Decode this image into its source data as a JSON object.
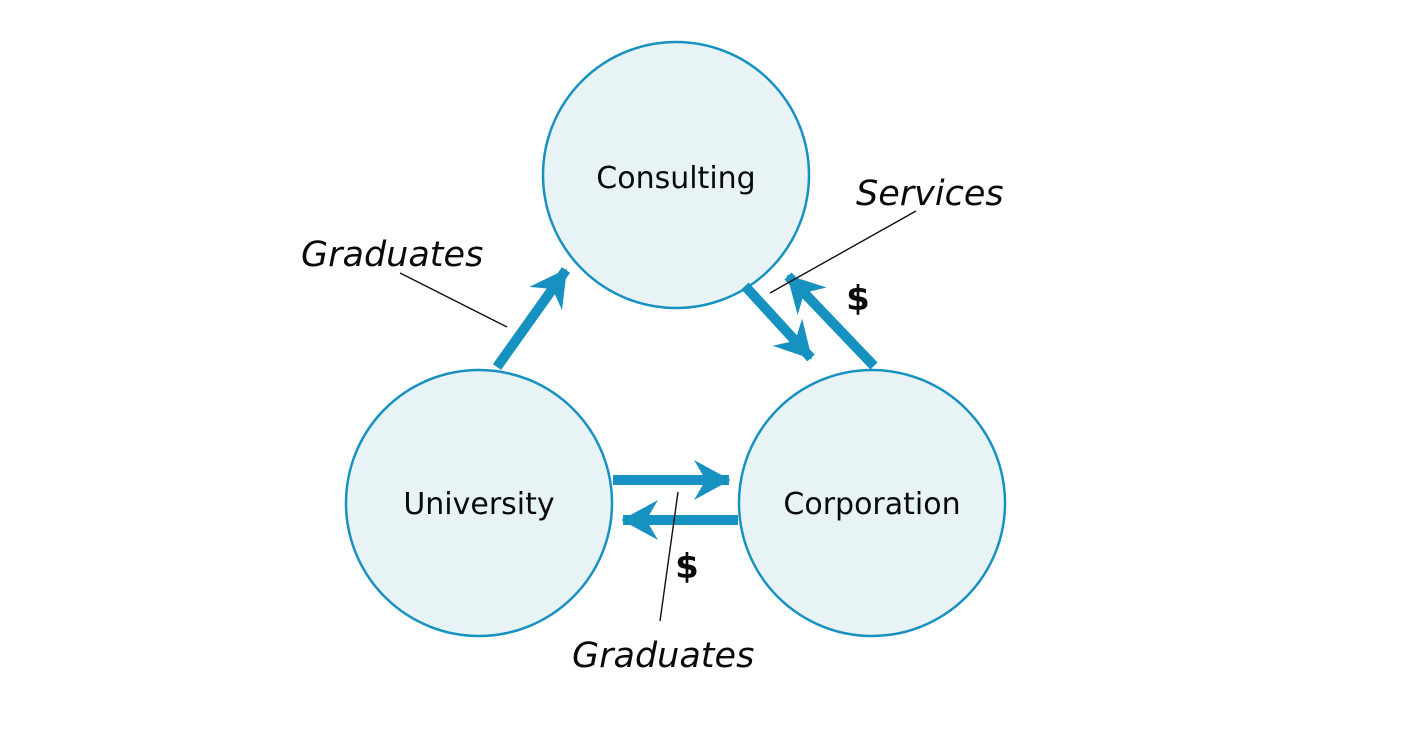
{
  "diagram": {
    "type": "cycle-diagram",
    "nodes": [
      {
        "id": "consulting",
        "label": "Consulting"
      },
      {
        "id": "university",
        "label": "University"
      },
      {
        "id": "corporation",
        "label": "Corporation"
      }
    ],
    "edge_labels": {
      "university_to_consulting": "Graduates",
      "consulting_to_corporation": "Services",
      "corporation_to_consulting": "$",
      "university_to_corporation": "Graduates",
      "corporation_to_university": "$"
    },
    "colors": {
      "accent": "#1792c0",
      "node_fill": "#e8f3f6",
      "node_stroke": "#1792c0",
      "label_text": "#0a0a0a",
      "background": "#ffffff"
    }
  }
}
